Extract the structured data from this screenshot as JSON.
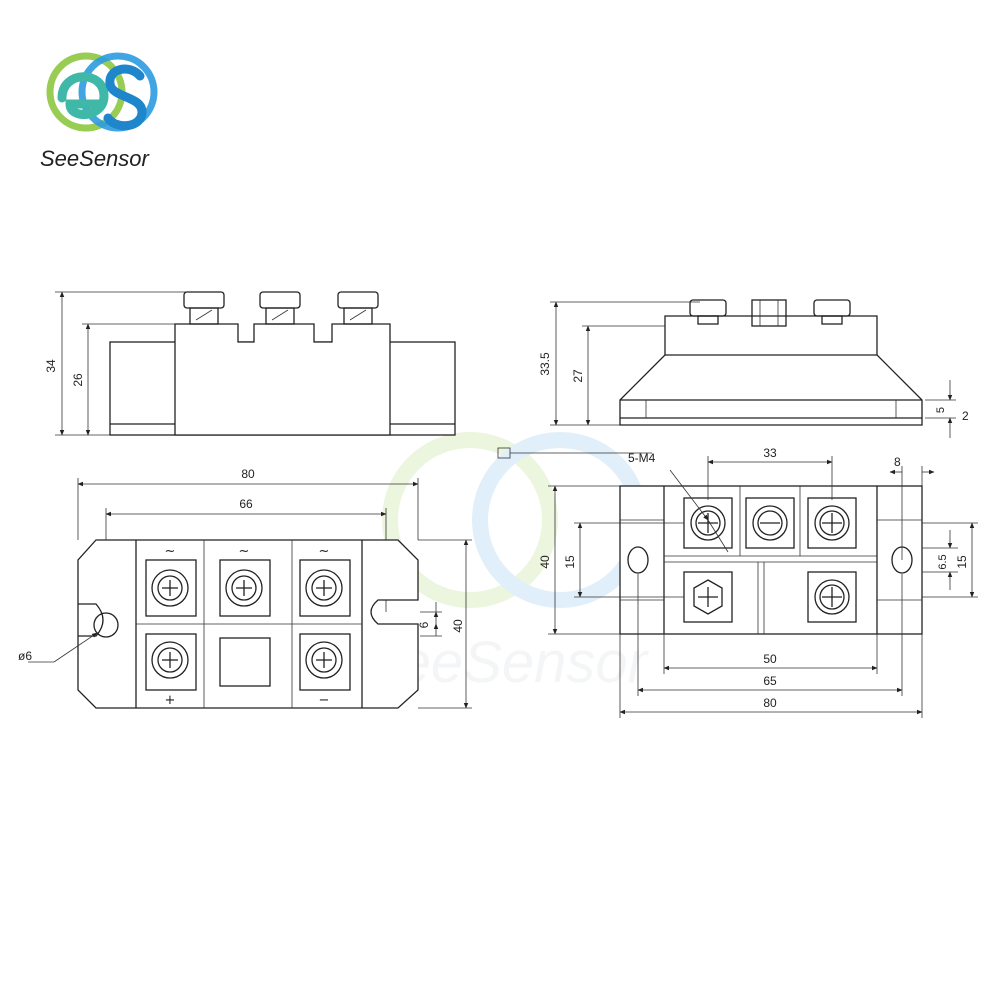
{
  "brand": {
    "name": "SeeSensor",
    "colors": {
      "teal": "#3fb8a8",
      "green": "#8dc63f",
      "blue": "#2c9be0"
    }
  },
  "watermark": {
    "text": "SeeSensor"
  },
  "side_view_left": {
    "dims": {
      "total_height": "34",
      "body_height": "26"
    }
  },
  "side_view_right": {
    "dims": {
      "total_height": "33.5",
      "body_height": "27",
      "flange_height": "5",
      "base_thickness": "2"
    }
  },
  "top_view_left": {
    "dims": {
      "length": "80",
      "hole_spacing": "66",
      "width": "40",
      "slot": "6",
      "hole_diameter": "ø6"
    },
    "terminal_symbols": [
      "~",
      "~",
      "~",
      "+",
      "−"
    ]
  },
  "top_view_right": {
    "dims": {
      "thread": "5-M4",
      "pitch": "33",
      "edge": "8",
      "width": "40",
      "row_spacing": "15",
      "offset": "6.5",
      "right_15": "15",
      "inner_50": "50",
      "mid_65": "65",
      "total_80": "80"
    }
  }
}
